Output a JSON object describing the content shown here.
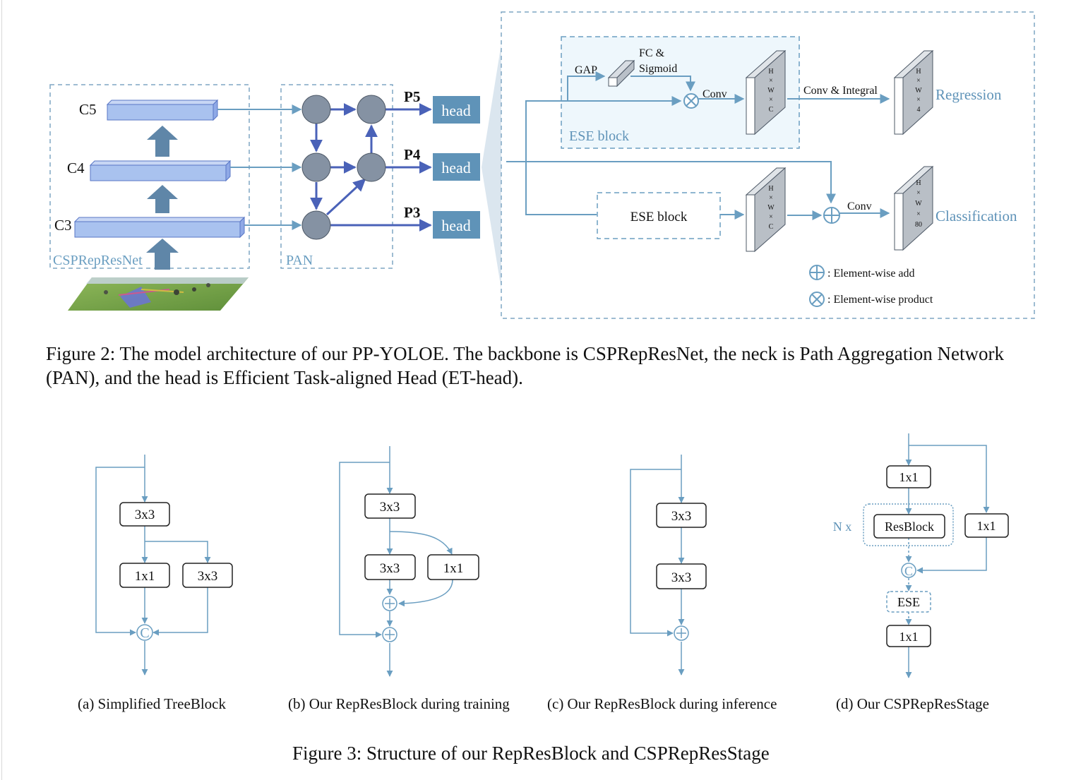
{
  "figure2": {
    "backbone": {
      "label": "CSPRepResNet",
      "levels": [
        "C5",
        "C4",
        "C3"
      ]
    },
    "neck": {
      "label": "PAN"
    },
    "outputs": [
      "P5",
      "P4",
      "P3"
    ],
    "head_label": "head",
    "et_head": {
      "ese_block_label": "ESE block",
      "gap_label": "GAP",
      "fc_label_1": "FC &",
      "fc_label_2": "Sigmoid",
      "conv_label": "Conv",
      "conv_integral_label": "Conv & Integral",
      "feature_top": [
        "H",
        "×",
        "W",
        "×",
        "C"
      ],
      "feature_mid": [
        "H",
        "×",
        "W",
        "×",
        "C"
      ],
      "feature_reg": [
        "H",
        "×",
        "W",
        "×",
        "4"
      ],
      "feature_cls": [
        "H",
        "×",
        "W",
        "×",
        "80"
      ],
      "regression_label": "Regression",
      "classification_label": "Classification",
      "legend_add": ": Element-wise add",
      "legend_product": ": Element-wise product"
    },
    "caption": "Figure 2: The model architecture of our PP-YOLOE. The backbone is CSPRepResNet, the neck is Path Aggregation Network (PAN), and the head is Efficient Task-aligned Head (ET-head)."
  },
  "figure3": {
    "panel_a": {
      "box1": "3x3",
      "box2": "1x1",
      "box3": "3x3",
      "concat": "C",
      "caption": "(a)  Simplified TreeBlock"
    },
    "panel_b": {
      "box1": "3x3",
      "box2": "3x3",
      "box3": "1x1",
      "caption": "(b)  Our RepResBlock during training"
    },
    "panel_c": {
      "box1": "3x3",
      "box2": "3x3",
      "caption": "(c)  Our RepResBlock during inference"
    },
    "panel_d": {
      "box_top": "1x1",
      "resblock": "ResBlock",
      "box_side": "1x1",
      "nx": "N x",
      "concat": "C",
      "ese": "ESE",
      "box_bottom": "1x1",
      "caption": "(d)  Our CSPRepResStage"
    },
    "caption": "Figure 3: Structure of our RepResBlock and CSPRepResStage"
  },
  "colors": {
    "line": "#6a9ec1",
    "node": "#8592a3",
    "head_fill": "#5f93b8",
    "block_fill": "#a9c2ef",
    "block_stroke": "#5977c6",
    "neck_arrow": "#4a62b8",
    "ese_fill": "#eef7fc"
  }
}
